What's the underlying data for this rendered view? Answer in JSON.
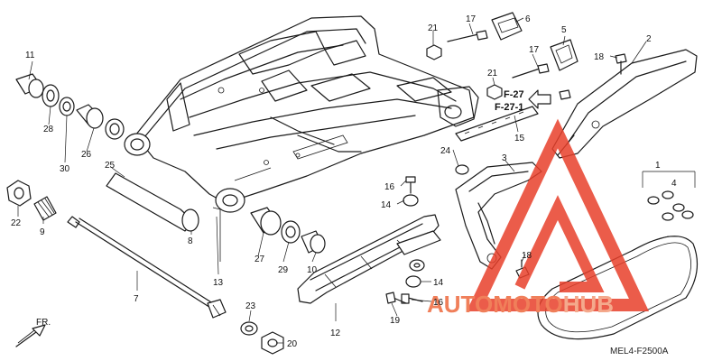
{
  "diagram": {
    "code": "MEL4-F2500A",
    "direction_label": "FR.",
    "reference_labels": [
      "F-27",
      "F-27-1"
    ],
    "callouts": [
      "1",
      "2",
      "3",
      "4",
      "5",
      "6",
      "7",
      "8",
      "9",
      "10",
      "11",
      "12",
      "13",
      "14",
      "14",
      "15",
      "16",
      "16",
      "17",
      "17",
      "18",
      "18",
      "19",
      "20",
      "21",
      "21",
      "22",
      "23",
      "24",
      "25",
      "26",
      "27",
      "28",
      "29",
      "30"
    ]
  },
  "watermark": {
    "text_part1": "AUTOMOTO",
    "text_part2": "HUB",
    "color_primary": "#f07f5a",
    "color_secondary": "#f4a98c",
    "logo_color": "#e8402a"
  }
}
